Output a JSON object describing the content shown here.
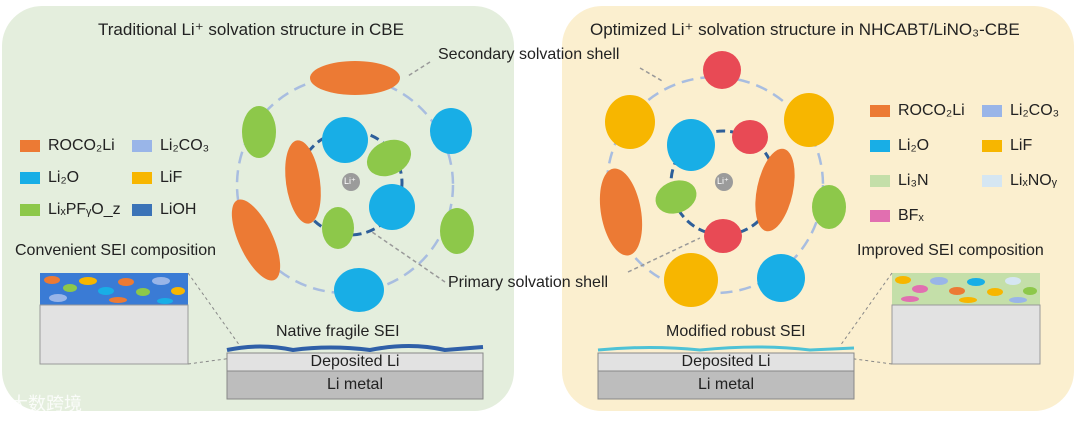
{
  "left": {
    "title": "Traditional Li⁺ solvation structure in CBE",
    "legend": [
      {
        "label": "ROCO₂Li",
        "color": "#ec7a34"
      },
      {
        "label": "Li₂CO₃",
        "color": "#99b5e8"
      },
      {
        "label": "Li₂O",
        "color": "#18aee6"
      },
      {
        "label": "LiF",
        "color": "#f7b600"
      },
      {
        "label": "LiₓPFᵧO_z",
        "color": "#8dc84a"
      },
      {
        "label": "LiOH",
        "color": "#3b73b7"
      }
    ],
    "sei_composition_label": "Convenient SEI composition",
    "sei_label": "Native fragile SEI",
    "deposited_label": "Deposited Li",
    "metal_label": "Li metal",
    "center_label": "Li⁺"
  },
  "right": {
    "title": "Optimized Li⁺ solvation structure in NHCABT/LiNO₃-CBE",
    "legend": [
      {
        "label": "ROCO₂Li",
        "color": "#ec7a34"
      },
      {
        "label": "Li₂CO₃",
        "color": "#99b5e8"
      },
      {
        "label": "Li₂O",
        "color": "#18aee6"
      },
      {
        "label": "LiF",
        "color": "#f7b600"
      },
      {
        "label": "Li₃N",
        "color": "#c4dfa9"
      },
      {
        "label": "LiₓNOᵧ",
        "color": "#d5e6f2"
      },
      {
        "label": "BFₓ",
        "color": "#e16fb0"
      }
    ],
    "sei_composition_label": "Improved SEI composition",
    "sei_label": "Modified robust SEI",
    "deposited_label": "Deposited Li",
    "metal_label": "Li metal",
    "center_label": "Li⁺"
  },
  "secondary_shell_label": "Secondary solvation shell",
  "primary_shell_label": "Primary solvation shell",
  "watermark": "大数跨境"
}
